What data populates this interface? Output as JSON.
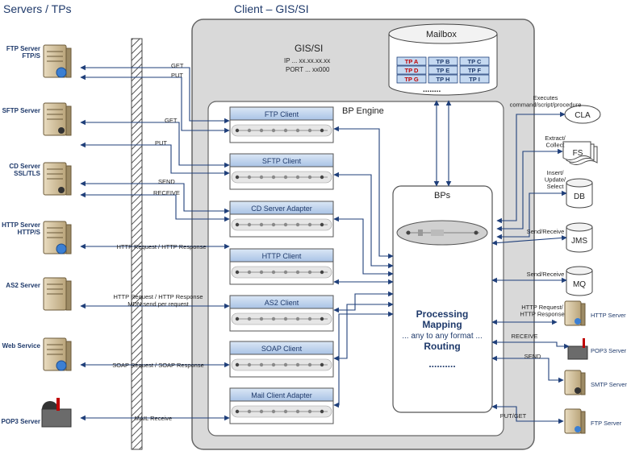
{
  "titles": {
    "servers": "Servers / TPs",
    "client": "Client – GIS/SI"
  },
  "gis": {
    "title": "GIS/SI",
    "ip": "IP ... xx.xx.xx.xx",
    "port": "PORT ... xx000"
  },
  "mailbox": {
    "title": "Mailbox",
    "cells": [
      [
        "TP A",
        "TP B",
        "TP C"
      ],
      [
        "TP D",
        "TP E",
        "TP F"
      ],
      [
        "TP G",
        "TP H",
        "TP I"
      ]
    ],
    "ellipsis": "........"
  },
  "bp_engine": {
    "title": "BP Engine"
  },
  "bps": {
    "title": "BPs",
    "line1": "Processing",
    "line2": "Mapping",
    "line3": "... any to any format ...",
    "line4": "Routing",
    "ellipsis": ".........."
  },
  "left_servers": [
    {
      "label": "FTP Server\nFTP/S"
    },
    {
      "label": "SFTP Server"
    },
    {
      "label": "CD Server\nSSL/TLS"
    },
    {
      "label": "HTTP Server\nHTTP/S"
    },
    {
      "label": "AS2 Server"
    },
    {
      "label": "Web Service"
    },
    {
      "label": "POP3 Server"
    }
  ],
  "adapters": [
    {
      "label": "FTP Client"
    },
    {
      "label": "SFTP Client"
    },
    {
      "label": "CD Server Adapter"
    },
    {
      "label": "HTTP Client"
    },
    {
      "label": "AS2 Client"
    },
    {
      "label": "SOAP Client"
    },
    {
      "label": "Mail Client Adapter"
    }
  ],
  "left_conn_labels": [
    "GET",
    "PUT",
    "GET",
    "PUT",
    "SEND",
    "RECEIVE",
    "HTTP Request / HTTP Response",
    "HTTP Request / HTTP Response",
    "MDN send per request",
    "SOAP Request / SOAP Response",
    "MAIL Receive"
  ],
  "right_systems": [
    {
      "label": "CLA"
    },
    {
      "label": "FS"
    },
    {
      "label": "DB"
    },
    {
      "label": "JMS"
    },
    {
      "label": "MQ"
    },
    {
      "label": "HTTP Server"
    },
    {
      "label": "POP3 Server"
    },
    {
      "label": "SMTP Server"
    },
    {
      "label": "FTP Server"
    }
  ],
  "right_conn_labels": [
    "Executes\ncommand/script/procedure",
    "Extract/\nCollect",
    "Insert/\nUpdate/\nSelect",
    "Send/Receive",
    "Send/Receive",
    "HTTP Request/\nHTTP Response",
    "RECEIVE",
    "SEND",
    "PUT/GET"
  ],
  "colors": {
    "adapter_header": "#c5d9f1",
    "tp_red": "#c00000",
    "client_bg": "#d9d9d9"
  }
}
